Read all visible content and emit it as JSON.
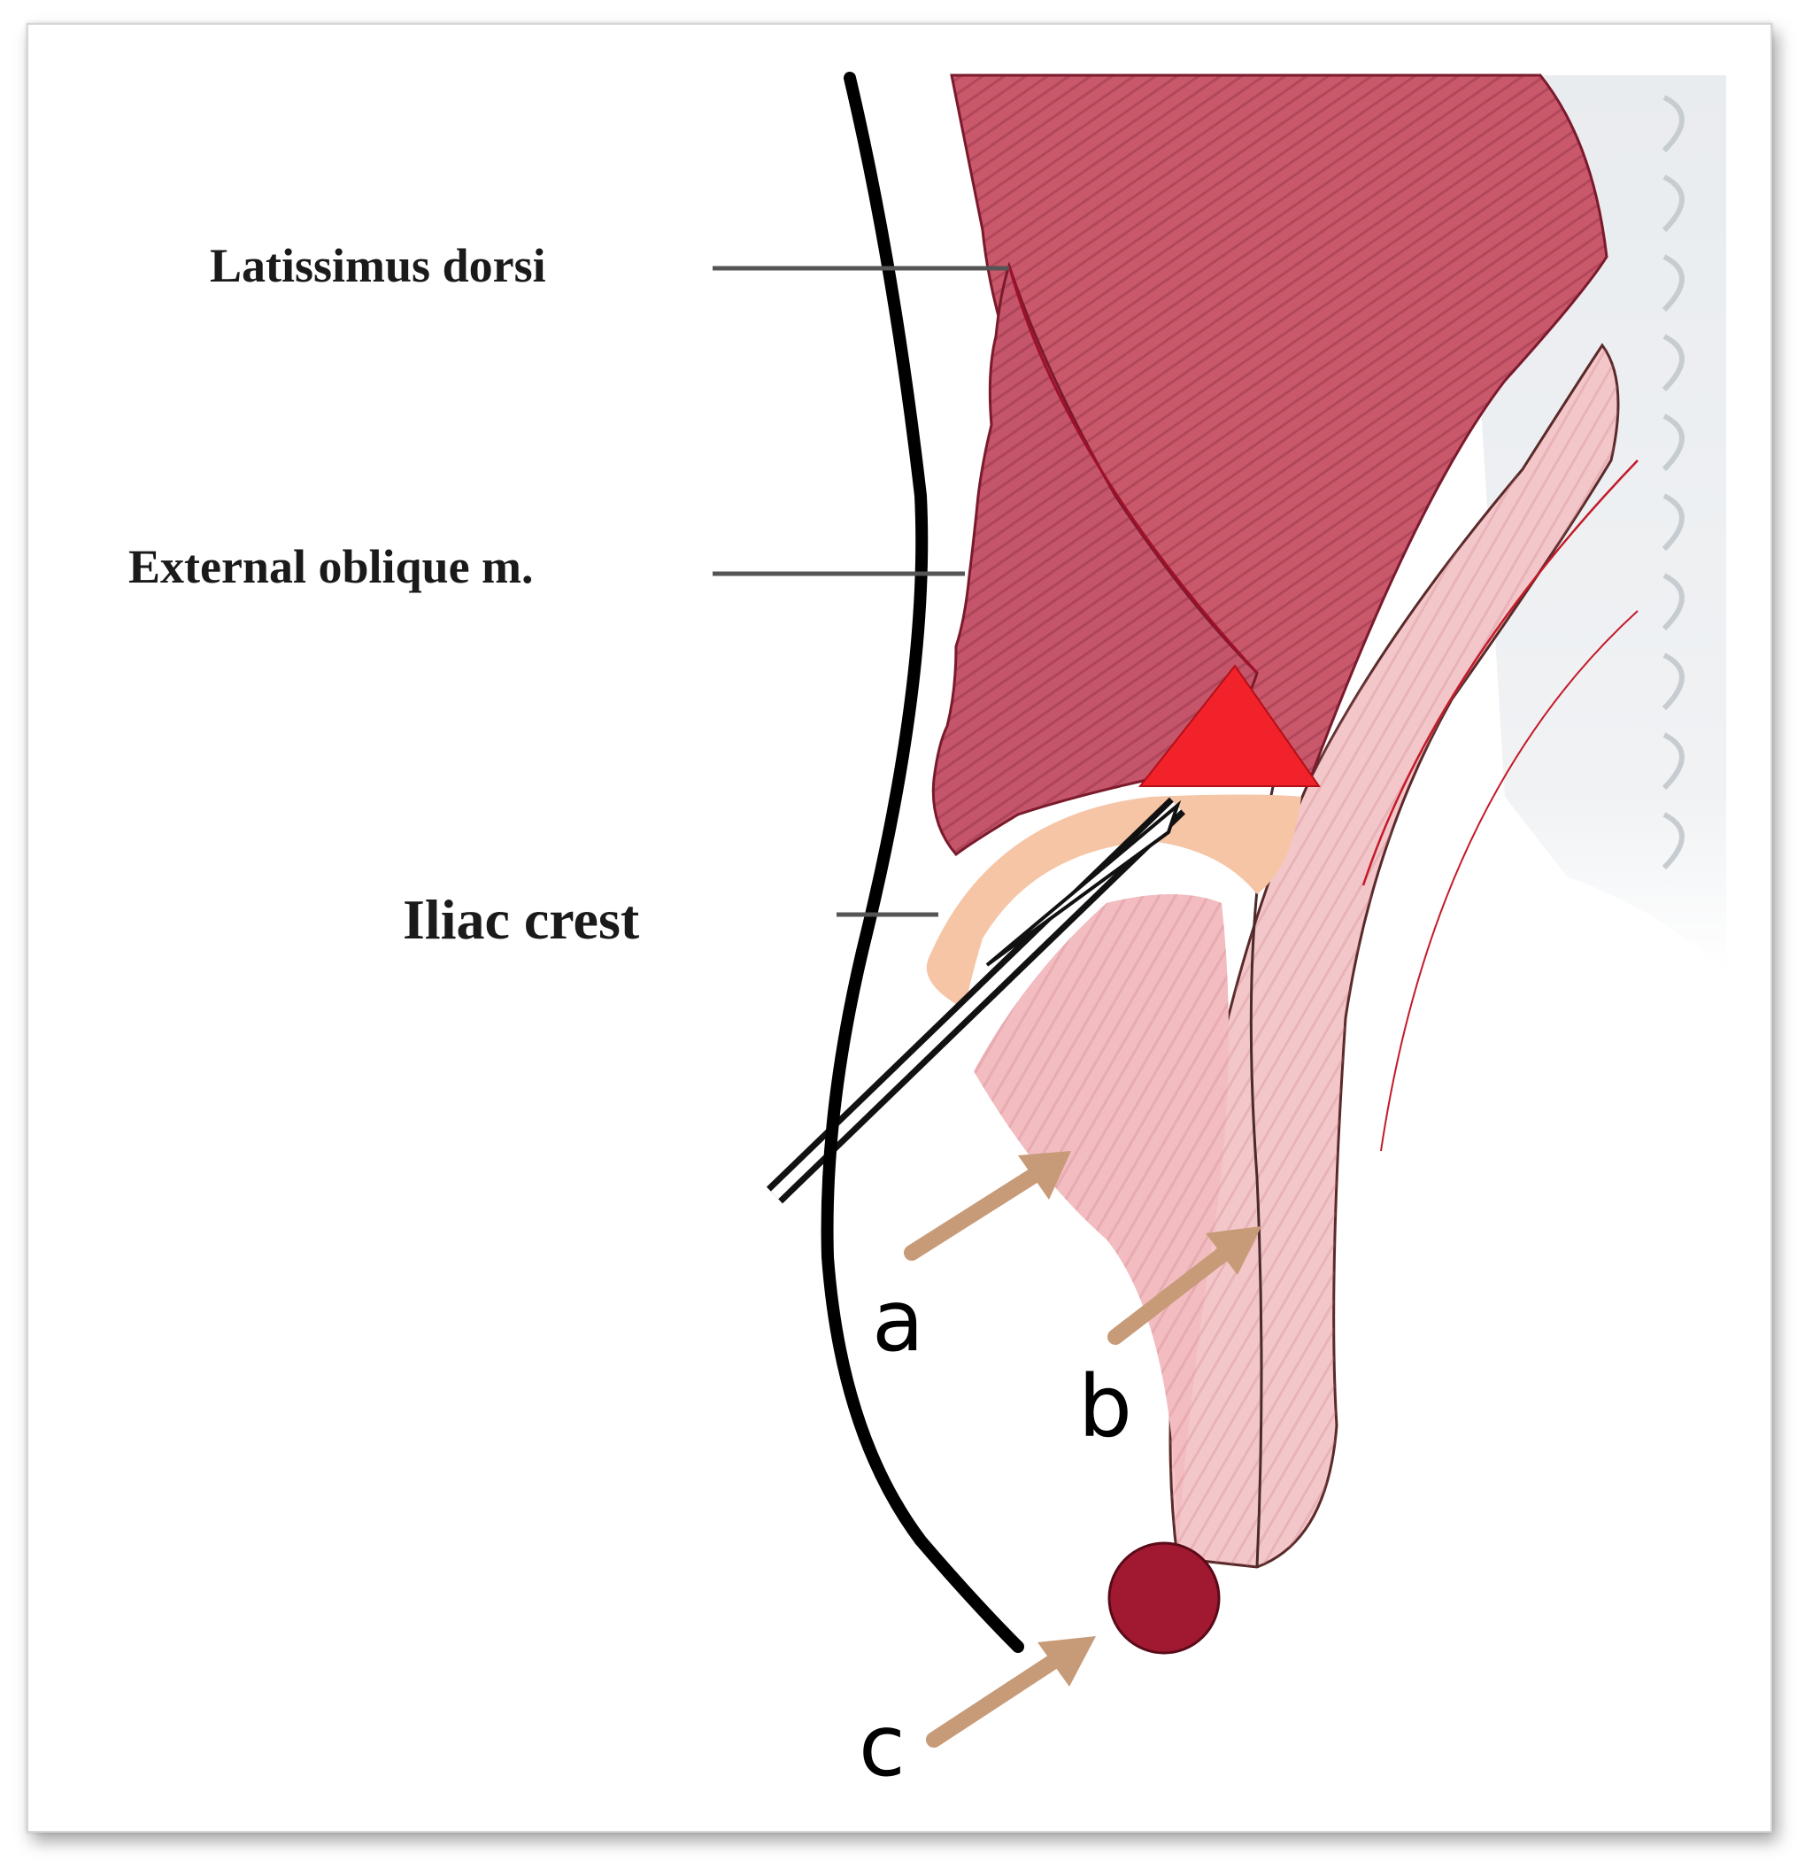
{
  "labels": {
    "latissimus_dorsi": "Latissimus dorsi",
    "external_oblique": "External oblique m.",
    "iliac_crest": "Iliac crest"
  },
  "arrow_letters": {
    "a": "a",
    "b": "b",
    "c": "c"
  },
  "colors": {
    "latissimus": "#c9586b",
    "external_oblique": "#c4556a",
    "triangle": "#f2222a",
    "iliac_crest": "#f5c6a5",
    "deep_muscle": "#f0b7ba",
    "kidney_node": "#a01930",
    "arrow": "#c79a78",
    "skin_line": "#000000",
    "needle": "#1a1a1a"
  }
}
